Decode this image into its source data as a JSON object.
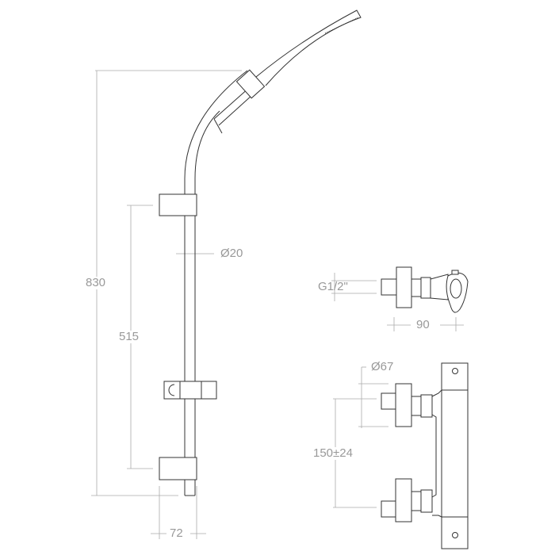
{
  "dimensions": {
    "total_height": "830",
    "slide_range": "515",
    "rail_diameter": "Ø20",
    "bracket_depth": "72",
    "thread": "G1/2\"",
    "valve_depth": "90",
    "flange_diameter": "Ø67",
    "inlet_spacing": "150±24"
  }
}
